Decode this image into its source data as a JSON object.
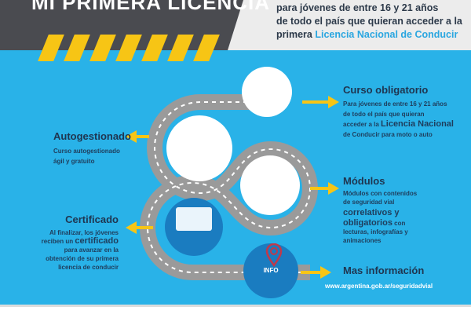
{
  "header": {
    "title": "MI PRIMERA LICENCIA",
    "intro_line1": "para jóvenes de entre 16 y 21 años",
    "intro_line2": "de todo el país que quieran acceder a la",
    "intro_line3_prefix": "primera ",
    "intro_line3_highlight": "Licencia Nacional de Conducir"
  },
  "steps": {
    "curso": {
      "title": "Curso obligatorio",
      "l1": "Para jóvenes de entre 16 y 21 años",
      "l2": "de todo el país que quieran",
      "l3a": "acceder a la ",
      "l3b": "Licencia Nacional",
      "l4": "de Conducir para moto o auto"
    },
    "auto": {
      "title": "Autogestionado",
      "l1": "Curso autogestionado",
      "l2": "ágil y gratuito"
    },
    "modulos": {
      "title": "Módulos",
      "l1": "Módulos con contenidos",
      "l2": "de seguridad vial",
      "l3": "correlativos y",
      "l4a": "obligatorios",
      "l4b": " con",
      "l5": "lecturas, infografías y",
      "l6": "animaciones"
    },
    "cert": {
      "title": "Certificado",
      "l1": "Al finalizar, los jóvenes",
      "l2a": "reciben un ",
      "l2b": "certificado",
      "l3": "para avanzar en la",
      "l4": "obtención de su primera",
      "l5": "licencia de conducir"
    },
    "info": {
      "badge": "INFO",
      "title": "Mas información",
      "url": "www.argentina.gob.ar/seguridadvial"
    }
  },
  "colors": {
    "background": "#29b2e8",
    "dark": "#4a4b50",
    "yellow": "#f7c515",
    "road": "#9a9a9a",
    "info_circle": "#1a7cc0",
    "pin": "#c0394b"
  }
}
